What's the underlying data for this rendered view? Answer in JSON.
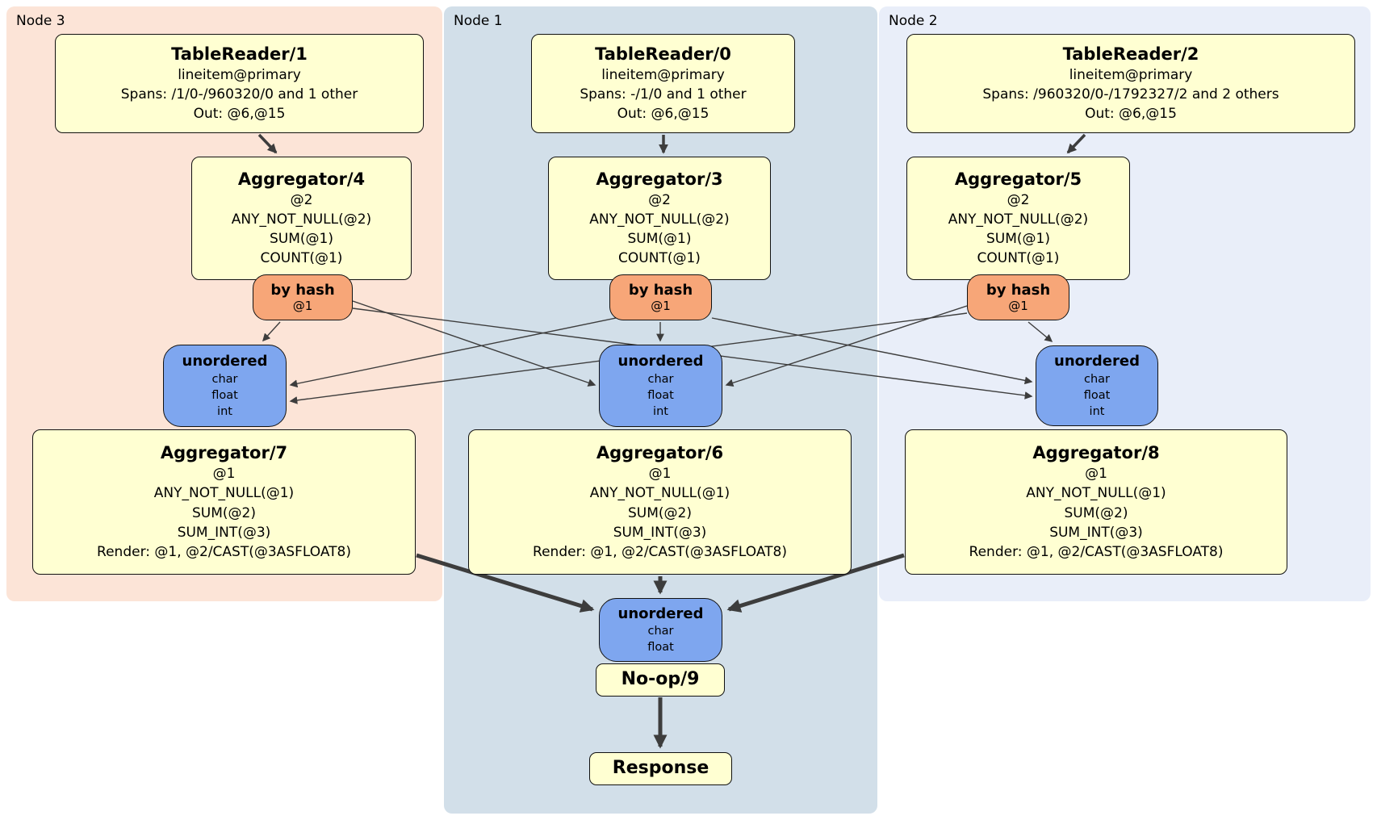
{
  "panels": {
    "node3": {
      "label": "Node 3"
    },
    "node1": {
      "label": "Node 1"
    },
    "node2": {
      "label": "Node 2"
    }
  },
  "boxes": {
    "tr1": {
      "title": "TableReader/1",
      "lines": [
        "lineitem@primary",
        "Spans: /1/0-/960320/0 and 1 other",
        "Out: @6,@15"
      ]
    },
    "tr0": {
      "title": "TableReader/0",
      "lines": [
        "lineitem@primary",
        "Spans: -/1/0 and 1 other",
        "Out: @6,@15"
      ]
    },
    "tr2": {
      "title": "TableReader/2",
      "lines": [
        "lineitem@primary",
        "Spans: /960320/0-/1792327/2 and 2 others",
        "Out: @6,@15"
      ]
    },
    "agg4": {
      "title": "Aggregator/4",
      "lines": [
        "@2",
        "ANY_NOT_NULL(@2)",
        "SUM(@1)",
        "COUNT(@1)"
      ]
    },
    "agg3": {
      "title": "Aggregator/3",
      "lines": [
        "@2",
        "ANY_NOT_NULL(@2)",
        "SUM(@1)",
        "COUNT(@1)"
      ]
    },
    "agg5": {
      "title": "Aggregator/5",
      "lines": [
        "@2",
        "ANY_NOT_NULL(@2)",
        "SUM(@1)",
        "COUNT(@1)"
      ]
    },
    "agg7": {
      "title": "Aggregator/7",
      "lines": [
        "@1",
        "ANY_NOT_NULL(@1)",
        "SUM(@2)",
        "SUM_INT(@3)",
        "Render: @1, @2/CAST(@3ASFLOAT8)"
      ]
    },
    "agg6": {
      "title": "Aggregator/6",
      "lines": [
        "@1",
        "ANY_NOT_NULL(@1)",
        "SUM(@2)",
        "SUM_INT(@3)",
        "Render: @1, @2/CAST(@3ASFLOAT8)"
      ]
    },
    "agg8": {
      "title": "Aggregator/8",
      "lines": [
        "@1",
        "ANY_NOT_NULL(@1)",
        "SUM(@2)",
        "SUM_INT(@3)",
        "Render: @1, @2/CAST(@3ASFLOAT8)"
      ]
    },
    "router_left": {
      "label": "by hash",
      "detail": "@1"
    },
    "router_center": {
      "label": "by hash",
      "detail": "@1"
    },
    "router_right": {
      "label": "by hash",
      "detail": "@1"
    },
    "sync_left": {
      "label": "unordered",
      "items": [
        "char",
        "float",
        "int"
      ]
    },
    "sync_center": {
      "label": "unordered",
      "items": [
        "char",
        "float",
        "int"
      ]
    },
    "sync_right": {
      "label": "unordered",
      "items": [
        "char",
        "float",
        "int"
      ]
    },
    "sync_final": {
      "label": "unordered",
      "items": [
        "char",
        "float"
      ]
    },
    "noop": {
      "title": "No-op/9"
    },
    "response": {
      "title": "Response"
    }
  },
  "edges": [
    {
      "from": "TableReader/1",
      "to": "Aggregator/4"
    },
    {
      "from": "TableReader/0",
      "to": "Aggregator/3"
    },
    {
      "from": "TableReader/2",
      "to": "Aggregator/5"
    },
    {
      "from": "Aggregator/4 by hash",
      "to": "Aggregator/7 unordered"
    },
    {
      "from": "Aggregator/4 by hash",
      "to": "Aggregator/6 unordered"
    },
    {
      "from": "Aggregator/4 by hash",
      "to": "Aggregator/8 unordered"
    },
    {
      "from": "Aggregator/3 by hash",
      "to": "Aggregator/7 unordered"
    },
    {
      "from": "Aggregator/3 by hash",
      "to": "Aggregator/6 unordered"
    },
    {
      "from": "Aggregator/3 by hash",
      "to": "Aggregator/8 unordered"
    },
    {
      "from": "Aggregator/5 by hash",
      "to": "Aggregator/7 unordered"
    },
    {
      "from": "Aggregator/5 by hash",
      "to": "Aggregator/6 unordered"
    },
    {
      "from": "Aggregator/5 by hash",
      "to": "Aggregator/8 unordered"
    },
    {
      "from": "Aggregator/7",
      "to": "No-op/9 unordered"
    },
    {
      "from": "Aggregator/6",
      "to": "No-op/9 unordered"
    },
    {
      "from": "Aggregator/8",
      "to": "No-op/9 unordered"
    },
    {
      "from": "No-op/9",
      "to": "Response"
    }
  ],
  "colors": {
    "node3_bg": "#fce4d7",
    "node1_bg": "#d2dfe9",
    "node2_bg": "#e9eef9",
    "operator_bg": "#ffffd2",
    "router_bg": "#f7a678",
    "sync_bg": "#7ea6ef",
    "edge": "#3d3d3d"
  }
}
